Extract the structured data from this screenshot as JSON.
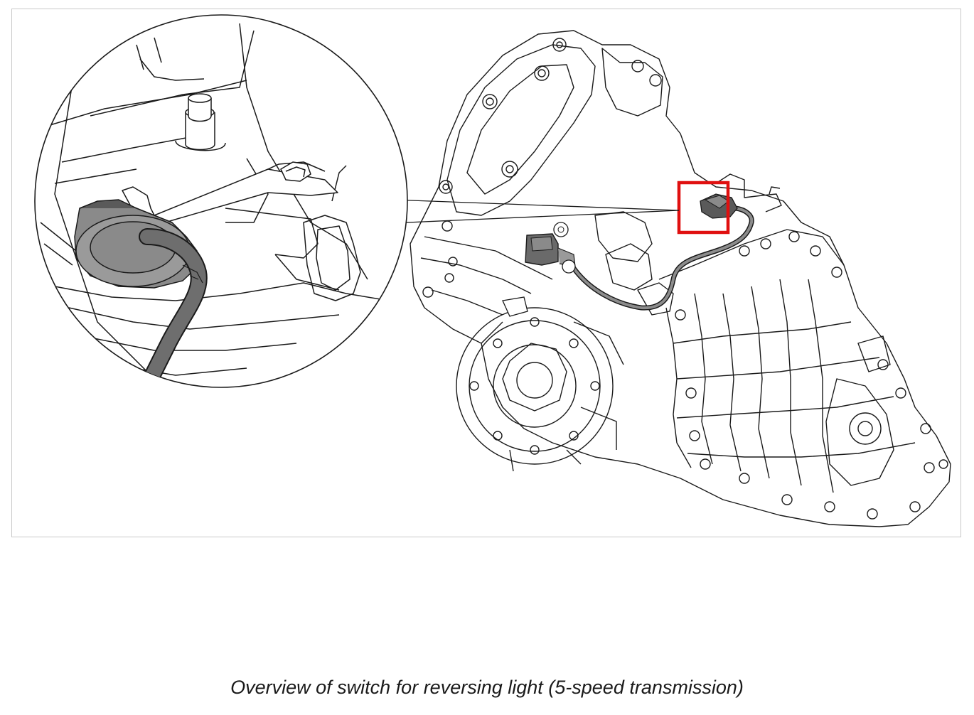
{
  "figure": {
    "caption": "Overview of switch for reversing light (5-speed transmission)",
    "colors": {
      "line": "#1a1a1a",
      "frame": "#c8c8c8",
      "highlight": "#e01010",
      "switch_fill": "#8a8a8a",
      "switch_dark": "#5a5a5a",
      "cable": "#6e6e6e"
    },
    "parts": [
      "detail-magnifier",
      "reversing-light-switch",
      "transmission-housing",
      "wiring-harness",
      "connector-plug",
      "highlight-box"
    ]
  }
}
